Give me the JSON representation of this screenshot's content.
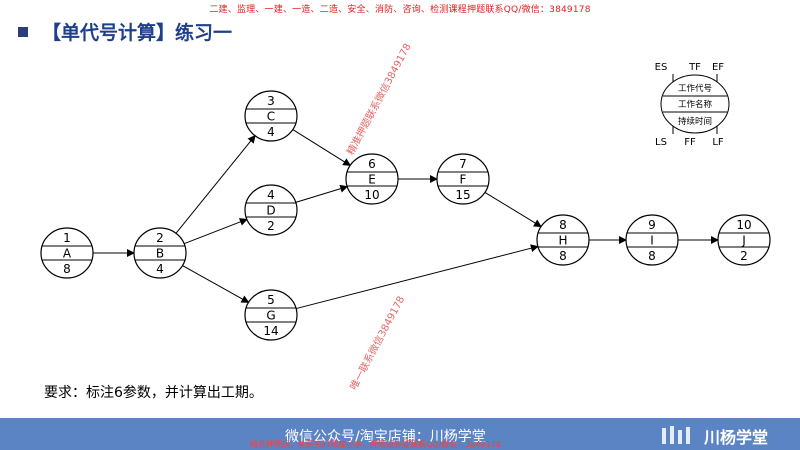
{
  "banner": "二建、监理、一建、一造、二造、安全、消防、咨询、检测课程押题联系QQ/微信：3849178",
  "title": "【单代号计算】练习一",
  "nodes": [
    {
      "id": "1",
      "name": "A",
      "duration": "8"
    },
    {
      "id": "2",
      "name": "B",
      "duration": "4"
    },
    {
      "id": "3",
      "name": "C",
      "duration": "4"
    },
    {
      "id": "4",
      "name": "D",
      "duration": "2"
    },
    {
      "id": "5",
      "name": "G",
      "duration": "14"
    },
    {
      "id": "6",
      "name": "E",
      "duration": "10"
    },
    {
      "id": "7",
      "name": "F",
      "duration": "15"
    },
    {
      "id": "8",
      "name": "H",
      "duration": "8"
    },
    {
      "id": "9",
      "name": "I",
      "duration": "8"
    },
    {
      "id": "10",
      "name": "J",
      "duration": "2"
    }
  ],
  "edges": [
    [
      "1",
      "2"
    ],
    [
      "2",
      "3"
    ],
    [
      "2",
      "4"
    ],
    [
      "2",
      "5"
    ],
    [
      "3",
      "6"
    ],
    [
      "4",
      "6"
    ],
    [
      "6",
      "7"
    ],
    [
      "7",
      "8"
    ],
    [
      "5",
      "8"
    ],
    [
      "8",
      "9"
    ],
    [
      "9",
      "10"
    ]
  ],
  "legend": {
    "es": "ES",
    "tf": "TF",
    "ef": "EF",
    "ls": "LS",
    "ff": "FF",
    "lf": "LF",
    "code": "工作代号",
    "name": "工作名称",
    "duration": "持续时间"
  },
  "requirement": "要求：标注6参数，并计算出工期。",
  "watermarks": {
    "w1": "精准押题联系微信3849178",
    "w2": "唯一联系微信3849178"
  },
  "footer": {
    "main": "微信公众号/淘宝店铺：川杨学堂",
    "sub": "精准押题班，免费资料题库分享，押题班答疑联系QQ/微信：3849178",
    "logo": "川杨学堂"
  }
}
